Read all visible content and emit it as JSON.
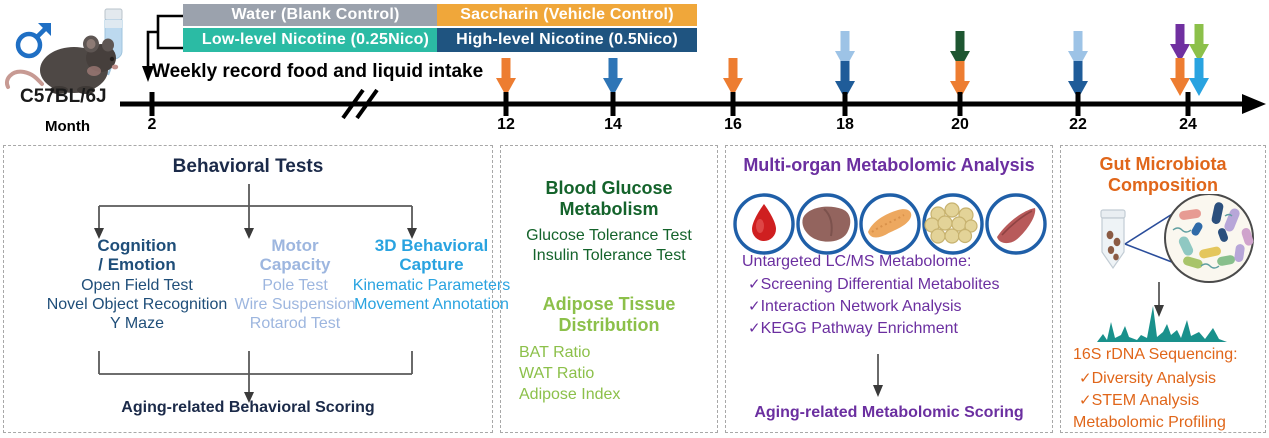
{
  "legend": {
    "items": [
      {
        "label": "Water (Blank Control)",
        "color": "#9ba2ad"
      },
      {
        "label": "Low-level Nicotine (0.25Nico)",
        "color": "#2bbba4"
      },
      {
        "label": "Saccharin (Vehicle Control)",
        "color": "#f0a73a"
      },
      {
        "label": "High-level Nicotine (0.5Nico)",
        "color": "#1f5480"
      }
    ]
  },
  "animal": {
    "strain": "C57BL/6J",
    "sex_icon": "male-symbol-icon",
    "mouse_icon": "mouse-icon",
    "bottle_icon": "water-bottle-icon"
  },
  "timeline": {
    "weekly_note": "Weekly record food and liquid intake",
    "axis_label": "Month",
    "ticks": [
      "2",
      "12",
      "14",
      "16",
      "18",
      "20",
      "22",
      "24"
    ],
    "break_marker": "//",
    "arrow_colors": {
      "orange": "#ed7d31",
      "blue": "#2e75b6",
      "dark_blue": "#1f5c99",
      "light_blue": "#9dc3e6",
      "dark_green": "#1e5631",
      "purple": "#7030a0",
      "green": "#8cc04a",
      "cyan": "#29a3e0"
    },
    "events": [
      {
        "month": "12",
        "arrows": [
          "orange"
        ]
      },
      {
        "month": "14",
        "arrows": [
          "blue"
        ]
      },
      {
        "month": "16",
        "arrows": [
          "orange"
        ]
      },
      {
        "month": "18",
        "arrows": [
          "light_blue",
          "dark_blue"
        ]
      },
      {
        "month": "20",
        "arrows": [
          "dark_green",
          "orange"
        ]
      },
      {
        "month": "22",
        "arrows": [
          "light_blue",
          "dark_blue"
        ]
      },
      {
        "month": "24",
        "arrows": [
          "purple",
          "green",
          "orange",
          "cyan"
        ]
      }
    ]
  },
  "behavior": {
    "title": "Behavioral Tests",
    "columns": [
      {
        "head_line1": "Cognition",
        "head_line2": "/ Emotion",
        "items": [
          "Open Field Test",
          "Novel Object Recognition",
          "Y Maze"
        ],
        "color": "#1f4e79"
      },
      {
        "head_line1": "Motor",
        "head_line2": "Capacity",
        "items": [
          "Pole Test",
          "Wire Suspension",
          "Rotarod Test"
        ],
        "color": "#9db6df"
      },
      {
        "head_line1": "3D Behavioral",
        "head_line2": "Capture",
        "items": [
          "Kinematic Parameters",
          "Movement Annotation"
        ],
        "color": "#29a3e0"
      }
    ],
    "scoring": "Aging-related Behavioral Scoring"
  },
  "glucose": {
    "title_line1": "Blood Glucose",
    "title_line2": "Metabolism",
    "items": [
      "Glucose Tolerance Test",
      "Insulin Tolerance Test"
    ],
    "adipose_title_line1": "Adipose Tissue",
    "adipose_title_line2": "Distribution",
    "adipose_items": [
      "BAT Ratio",
      "WAT Ratio",
      "Adipose Index"
    ],
    "color_dark": "#14632b",
    "color_light": "#8cc04a"
  },
  "metabolomic": {
    "title": "Multi-organ Metabolomic Analysis",
    "organs": [
      "blood-drop-icon",
      "liver-icon",
      "pancreas-icon",
      "adipose-icon",
      "muscle-icon"
    ],
    "lead": "Untargeted LC/MS Metabolome:",
    "items": [
      "Screening Differential Metabolites",
      "Interaction Network Analysis",
      "KEGG Pathway Enrichment"
    ],
    "check_glyph": "✓",
    "scoring": "Aging-related Metabolomic Scoring",
    "color": "#6b2fa0"
  },
  "gut": {
    "title_line1": "Gut Microbiota",
    "title_line2": "Composition",
    "tube_icon": "sample-tube-icon",
    "magnifier_icon": "bacteria-magnified-icon",
    "chromatogram_icon": "chromatogram-icon",
    "lead": "16S rDNA Sequencing:",
    "items": [
      "Diversity Analysis",
      "STEM Analysis"
    ],
    "check_glyph": "✓",
    "footer": "Metabolomic Profiling",
    "color": "#e0661a"
  }
}
